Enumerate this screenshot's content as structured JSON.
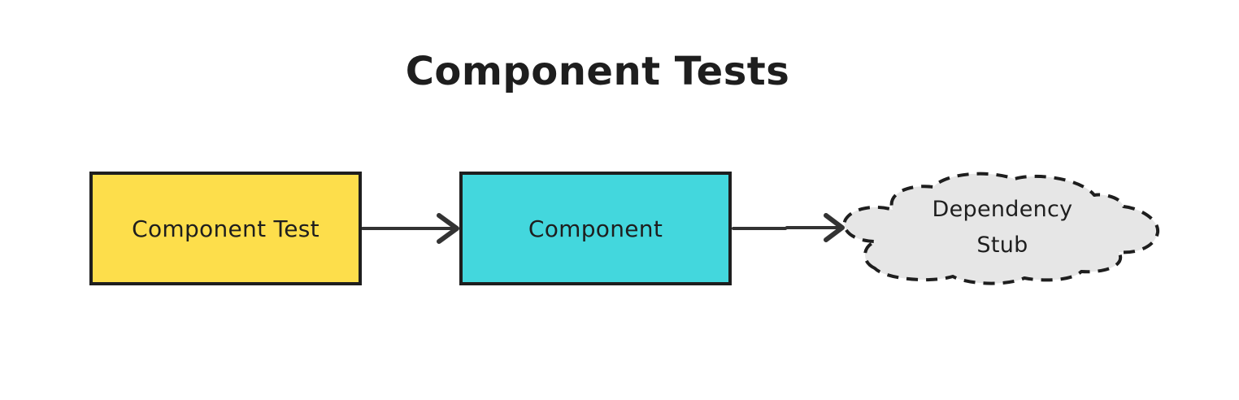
{
  "title": "Component Tests",
  "nodes": {
    "component_test": {
      "label": "Component Test",
      "fill": "#fdde4b"
    },
    "component": {
      "label": "Component",
      "fill": "#43d7dd"
    },
    "dependency_stub": {
      "label_line1": "Dependency",
      "label_line2": "Stub",
      "fill": "#e6e6e6",
      "shape": "cloud",
      "border": "dashed"
    }
  },
  "edges": [
    {
      "from": "component_test",
      "to": "component"
    },
    {
      "from": "component",
      "to": "dependency_stub"
    }
  ],
  "colors": {
    "stroke": "#1e1e1e",
    "arrow": "#333333"
  }
}
